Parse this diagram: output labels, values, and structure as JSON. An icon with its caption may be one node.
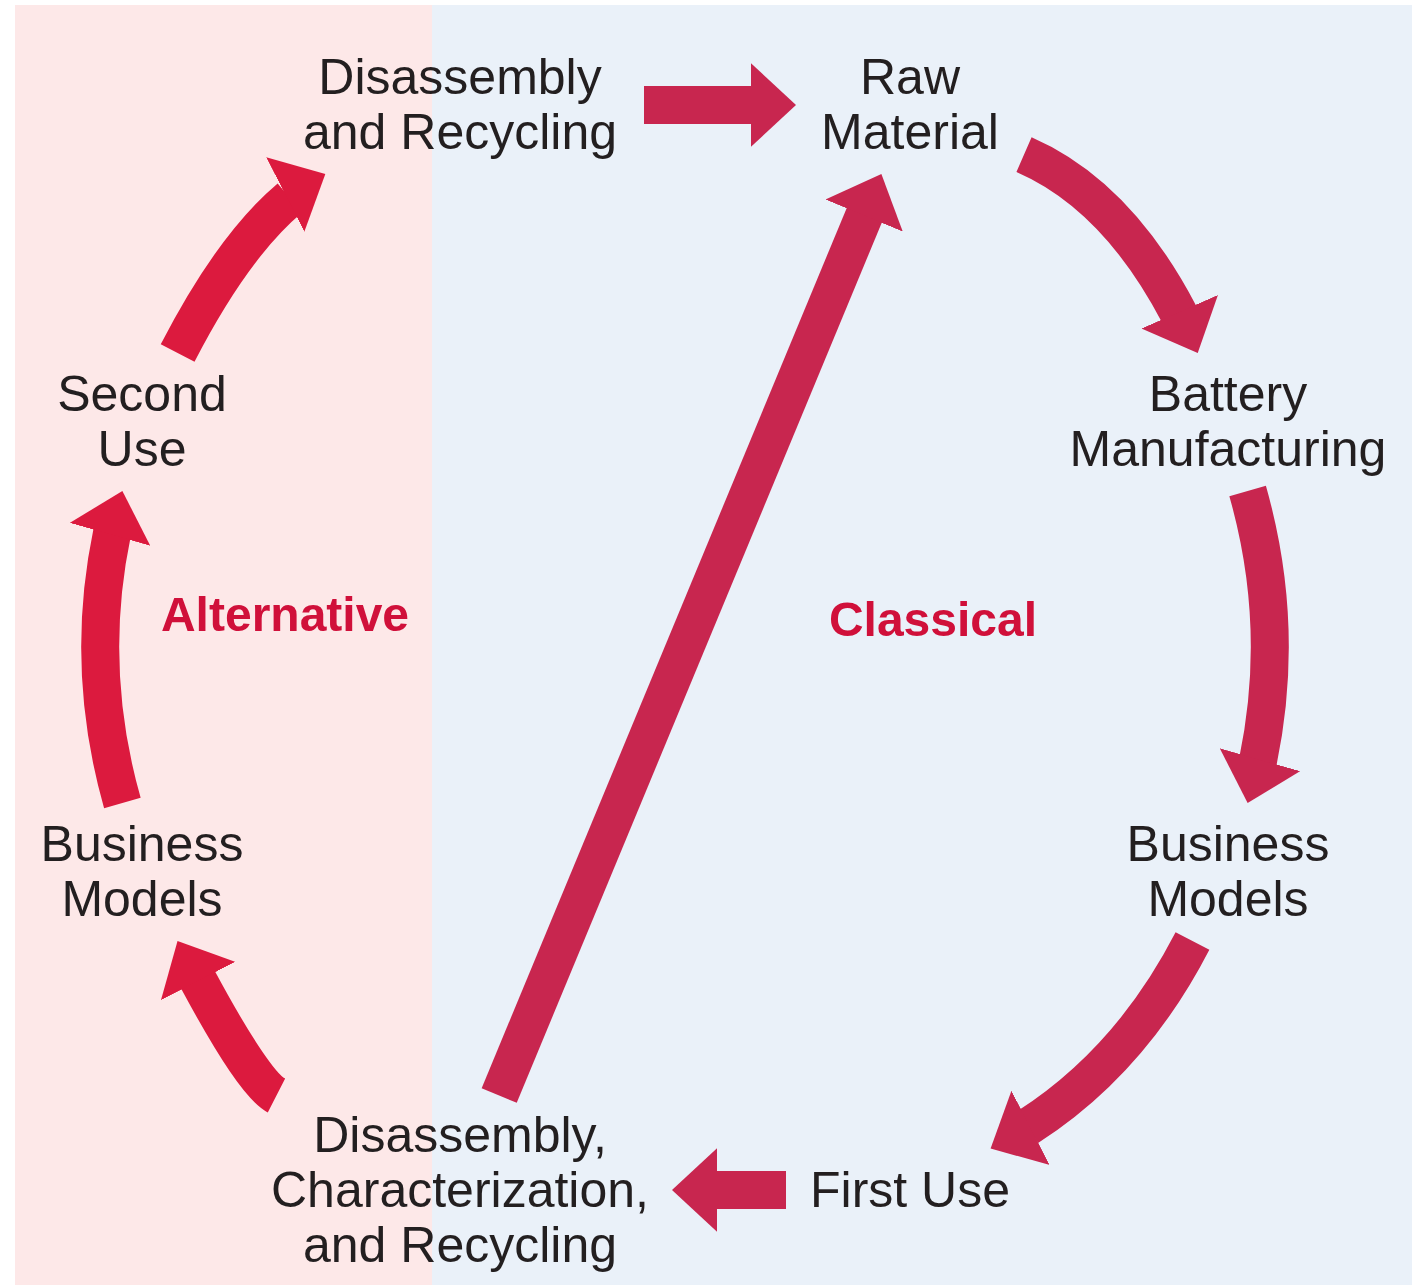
{
  "diagram": {
    "nodes": [
      {
        "text": [
          "Alternative"
        ]
      },
      {
        "text": [
          "Classical"
        ]
      },
      {
        "text": [
          "Raw Material"
        ],
        "in": 1
      },
      {
        "text": [
          "Battery Manufacturing"
        ],
        "in": 1
      },
      {
        "text": [
          "Business Models"
        ],
        "in": 1
      },
      {
        "text": [
          "First Use"
        ],
        "in": 1
      },
      {
        "text": [
          "Disassembly, Characterization, and Recycling"
        ]
      },
      {
        "text": [
          "Business Models"
        ],
        "in": 0
      },
      {
        "text": [
          "Second Use"
        ],
        "in": 0
      },
      {
        "text": [
          "Disassembly and Recycling"
        ]
      }
    ],
    "edges": [
      {
        "from": 9,
        "to": 2,
        "arrow": "to"
      },
      {
        "from": 2,
        "to": 3,
        "arrow": "to"
      },
      {
        "from": 3,
        "to": 4,
        "arrow": "to"
      },
      {
        "from": 4,
        "to": 5,
        "arrow": "to"
      },
      {
        "from": 5,
        "to": 6,
        "arrow": "to"
      },
      {
        "from": 6,
        "to": 2,
        "arrow": "to"
      },
      {
        "from": 6,
        "to": 7,
        "arrow": "to",
        "color": "#dc1a3e"
      },
      {
        "from": 7,
        "to": 8,
        "arrow": "to",
        "color": "#dc1a3e"
      },
      {
        "from": 8,
        "to": 9,
        "arrow": "to",
        "color": "#dc1a3e"
      }
    ]
  }
}
